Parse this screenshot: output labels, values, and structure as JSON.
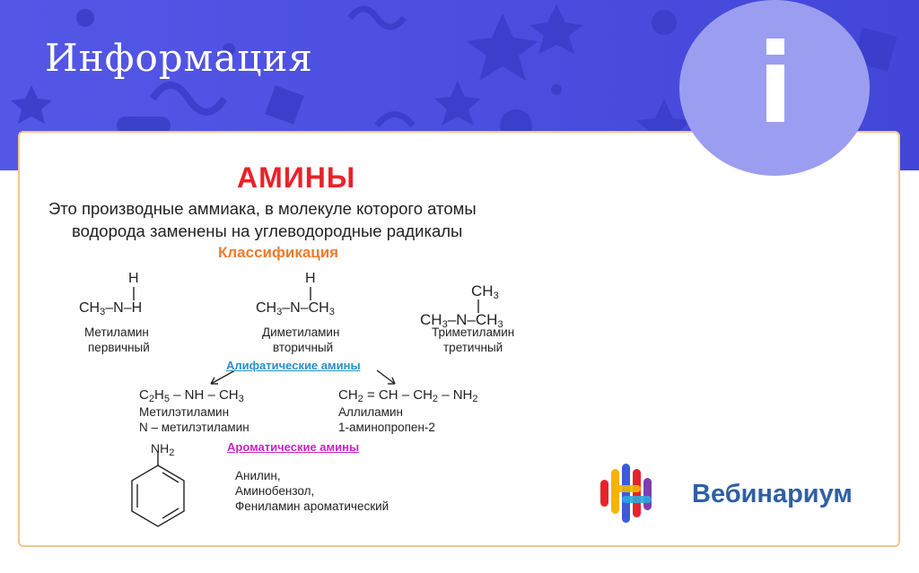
{
  "slide_title": "Информация",
  "heading": "АМИНЫ",
  "definition": {
    "line1": "Это производные аммиака, в молекуле которого атомы",
    "line2": "водорода заменены на углеводородные радикалы"
  },
  "classification_label": "Классификация",
  "amines": [
    {
      "formula_parts": [
        "CH",
        "3",
        "–N–H"
      ],
      "top": "H",
      "name": "Метиламин",
      "type": "первичный"
    },
    {
      "formula_parts": [
        "CH",
        "3",
        "–N–CH",
        "3"
      ],
      "top": "H",
      "name": "Диметиламин",
      "type": "вторичный"
    },
    {
      "formula_parts": [
        "CH",
        "3",
        "–N–CH",
        "3"
      ],
      "top": "CH3",
      "name": "Триметиламин",
      "type": "третичный"
    }
  ],
  "aliphatic_label": "Алифатические амины",
  "aliphatic_examples": [
    {
      "formula": "C2H5 – NH – CH3",
      "line2": "Метилэтиламин",
      "line3": "N – метилэтиламин"
    },
    {
      "formula": "CH2 = CH – CH2 – NH2",
      "line2": "Аллиламин",
      "line3": "1-аминопропен-2"
    }
  ],
  "aromatic_label": "Ароматические амины",
  "aromatic_group": "NH2",
  "aromatic_names": [
    "Анилин,",
    "Аминобензол,",
    "Фениламин ароматический"
  ],
  "brand": "Вебинариум",
  "colors": {
    "banner": "#4d4fe0",
    "accent_red": "#e8222a",
    "accent_orange": "#ee7b2c",
    "aliphatic_blue": "#2a8fc8",
    "aromatic_magenta": "#c326bd",
    "brand_blue": "#2f5fa5"
  }
}
